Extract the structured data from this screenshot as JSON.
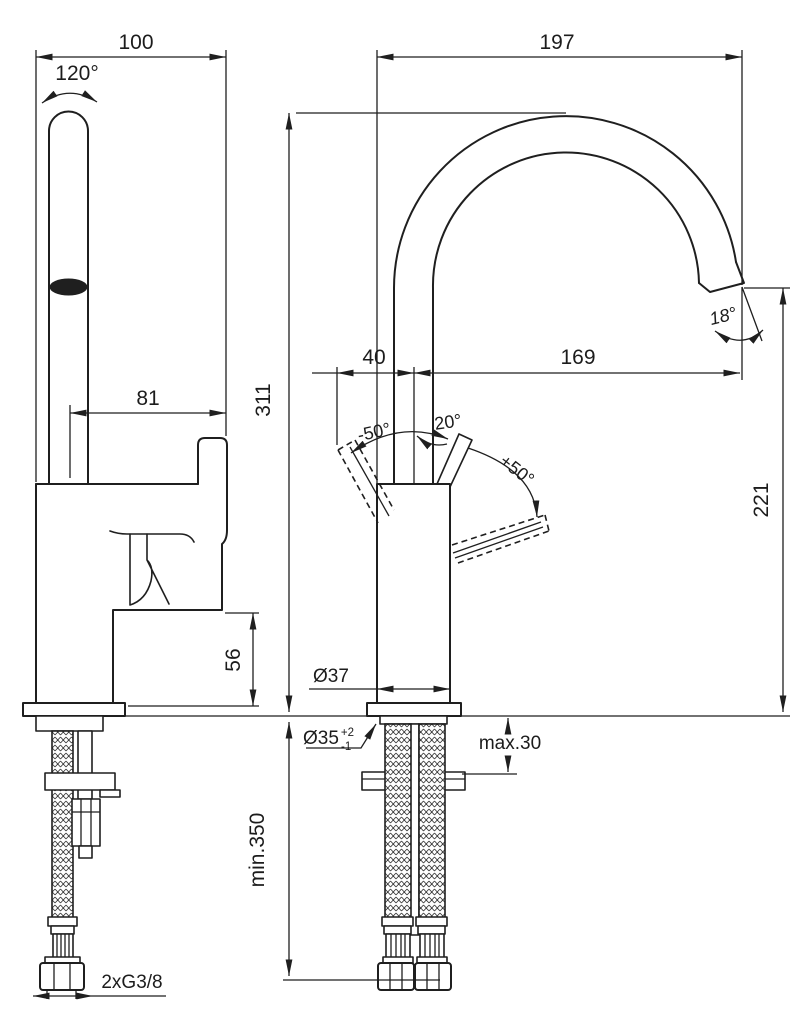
{
  "page": {
    "background": "#ffffff",
    "line_color": "#1f1f1f",
    "subject": "single-lever mixer tap dimensional drawing",
    "views": {
      "front": "front view",
      "side": "side view"
    }
  },
  "dims": {
    "front_width": "100",
    "swivel_angle": "120°",
    "handle_reach": "81",
    "handle_height": "56",
    "connection_thread": "2xG3/8",
    "overall_depth": "197",
    "height_to_spout_top": "311",
    "handle_offset": "40",
    "spout_reach": "169",
    "outlet_angle": "18°",
    "outlet_height": "221",
    "lever_angle_back": "-50°",
    "lever_angle_open": "20°",
    "lever_angle_front": "+50°",
    "body_diameter": "Ø37",
    "hole_diameter": "Ø35",
    "hole_tolerance_plus": "+2",
    "hole_tolerance_minus": "-1",
    "max_deck_thickness": "max.30",
    "min_hose_length": "min.350"
  }
}
